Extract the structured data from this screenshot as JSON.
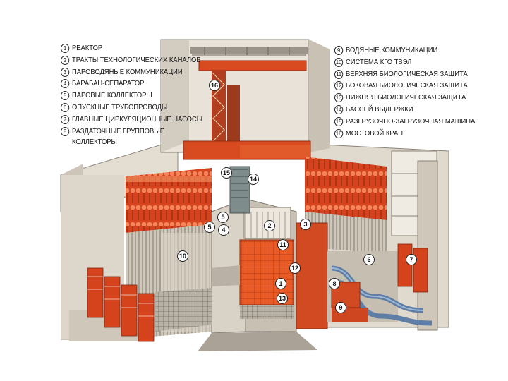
{
  "legend_left": [
    {
      "num": "1",
      "label": "РЕАКТОР"
    },
    {
      "num": "2",
      "label": "ТРАКТЫ ТЕХНОЛОГИЧЕСКИХ КАНАЛОВ"
    },
    {
      "num": "3",
      "label": "ПАРОВОДЯНЫЕ КОММУНИКАЦИИ"
    },
    {
      "num": "4",
      "label": "БАРАБАН-СЕПАРАТОР"
    },
    {
      "num": "5",
      "label": "ПАРОВЫЕ КОЛЛЕКТОРЫ"
    },
    {
      "num": "6",
      "label": "ОПУСКНЫЕ ТРУБОПРОВОДЫ"
    },
    {
      "num": "7",
      "label": "ГЛАВНЫЕ ЦИРКУЛЯЦИОННЫЕ НАСОСЫ"
    },
    {
      "num": "8",
      "label": "РАЗДАТОЧНЫЕ ГРУППОВЫЕ КОЛЛЕКТОРЫ"
    }
  ],
  "legend_right": [
    {
      "num": "9",
      "label": "ВОДЯНЫЕ КОММУНИКАЦИИ"
    },
    {
      "num": "10",
      "label": "СИСТЕМА КГО ТВЭЛ"
    },
    {
      "num": "11",
      "label": "ВЕРХНЯЯ БИОЛОГИЧЕСКАЯ ЗАЩИТА"
    },
    {
      "num": "12",
      "label": "БОКОВАЯ БИОЛОГИЧЕСКАЯ ЗАЩИТА"
    },
    {
      "num": "13",
      "label": "НИЖНЯЯ БИОЛОГИЧЕСКАЯ ЗАЩИТА"
    },
    {
      "num": "14",
      "label": "БАССЕЙ ВЫДЕРЖКИ"
    },
    {
      "num": "15",
      "label": "РАЗГРУЗОЧНО-ЗАГРУЗОЧНАЯ МАШИНА"
    },
    {
      "num": "16",
      "label": "МОСТОВОЙ КРАН"
    }
  ],
  "callouts": [
    "16",
    "15",
    "14",
    "5",
    "5",
    "4",
    "2",
    "3",
    "10",
    "11",
    "12",
    "1",
    "13",
    "6",
    "7",
    "8",
    "9"
  ],
  "colors": {
    "concrete": "#d9d2c6",
    "concrete_dark": "#9e968a",
    "hot_red": "#e0461e",
    "orange": "#f27a3c",
    "pipe_blue": "#5f7ea6",
    "background": "#ffffff"
  }
}
